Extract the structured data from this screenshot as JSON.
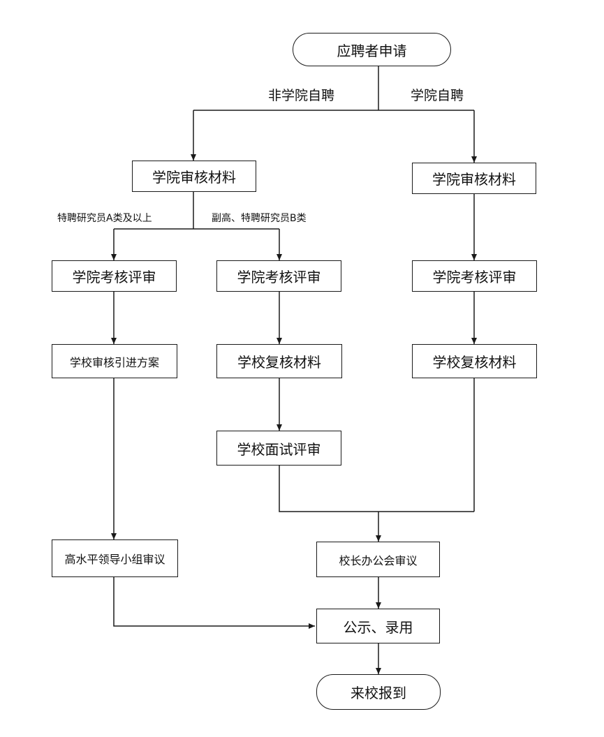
{
  "nodes": {
    "start": "应聘者申请",
    "left_dept_review": "学院审核材料",
    "right_dept_review": "学院审核材料",
    "a_college_eval": "学院考核评审",
    "b_college_eval": "学院考核评审",
    "r_college_eval": "学院考核评审",
    "a_school_plan": "学校审核引进方案",
    "b_school_recheck": "学校复核材料",
    "r_school_recheck": "学校复核材料",
    "b_interview": "学校面试评审",
    "a_leader_group": "高水平领导小组审议",
    "president_meeting": "校长办公会审议",
    "publicize": "公示、录用",
    "end": "来校报到"
  },
  "edge_labels": {
    "non_college": "非学院自聘",
    "college": "学院自聘",
    "branch_a": "特聘研究员A类及以上",
    "branch_b": "副高、特聘研究员B类"
  },
  "colors": {
    "stroke": "#1a1a1a",
    "background": "#ffffff"
  }
}
